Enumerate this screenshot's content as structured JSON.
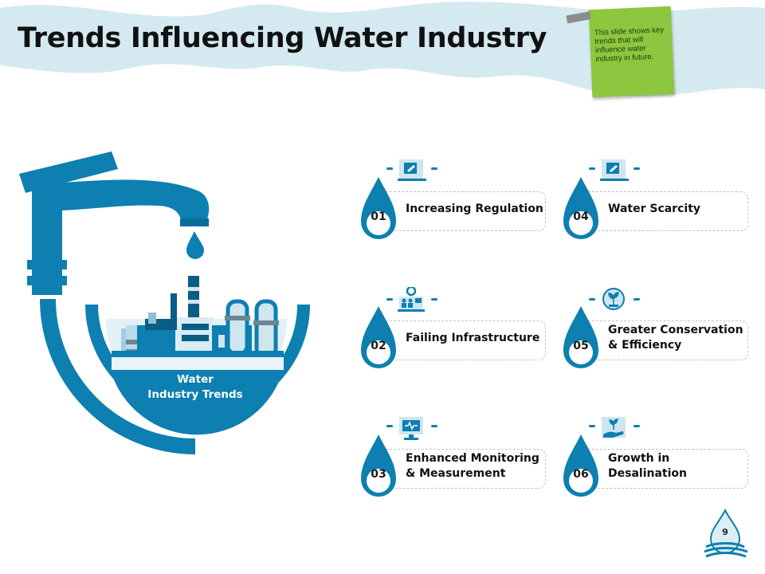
{
  "slide": {
    "title": "Trends Influencing Water Industry",
    "note": "This slide shows key trends that will influence water industry in future.",
    "page_number": "9",
    "hub_label_line1": "Water",
    "hub_label_line2": "Industry Trends",
    "colors": {
      "primary": "#0d7fb0",
      "dark": "#0a5d84",
      "light": "#cfe6ef",
      "note": "#8dc63f"
    }
  },
  "trends": [
    {
      "number": "01",
      "line1": "Increasing Regulation",
      "line2": "",
      "icon": "gavel-laptop-icon"
    },
    {
      "number": "02",
      "line1": "Failing Infrastructure",
      "line2": "",
      "icon": "gear-people-icon"
    },
    {
      "number": "03",
      "line1": "Enhanced Monitoring",
      "line2": "& Measurement",
      "icon": "monitor-icon"
    },
    {
      "number": "04",
      "line1": "Water Scarcity",
      "line2": "",
      "icon": "gavel-laptop-icon"
    },
    {
      "number": "05",
      "line1": "Greater Conservation",
      "line2": "& Efficiency",
      "icon": "plant-circle-icon"
    },
    {
      "number": "06",
      "line1": "Growth in",
      "line2": "Desalination",
      "icon": "hand-plant-icon"
    }
  ]
}
